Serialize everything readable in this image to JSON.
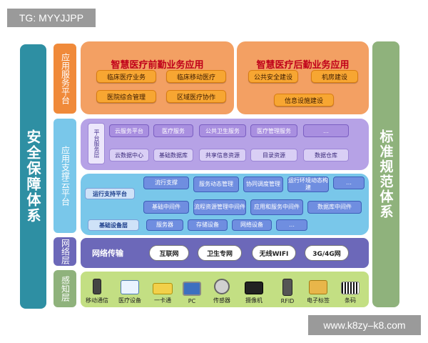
{
  "watermark_tl": "TG: MYYJJPP",
  "watermark_br": "www.k8zy–k8.com",
  "left_bar": "安全保障体系",
  "right_bar": "标准规范体系",
  "layers": {
    "app": "应用服务平台",
    "support": "应用支撑云平台",
    "network": "网络层",
    "sense": "感知层"
  },
  "front": {
    "title": "智慧医疗前勤业务应用",
    "items": [
      "临床医疗业务",
      "临床移动医疗",
      "医院综合管理",
      "区域医疗协作"
    ]
  },
  "back": {
    "title": "智慧医疗后勤业务应用",
    "items": [
      "公共安全建设",
      "机房建设",
      "信息设施建设"
    ]
  },
  "platform": {
    "label": "平台服务层",
    "row1": [
      "云服务平台",
      "医疗服务",
      "公共卫生服务",
      "医疗管理服务",
      "…"
    ],
    "row2": [
      "云数据中心",
      "基础数据库",
      "共享信息资源",
      "目录资源",
      "数据仓库"
    ]
  },
  "ops": {
    "label": "运行支持平台",
    "row1": [
      "流行支撑",
      "服务动态管理",
      "协同调度管理",
      "运行环境动态构建",
      "…"
    ],
    "row2": [
      "基础中间件",
      "流程资源管理中间件",
      "应用和服务中间件",
      "数据库中间件"
    ]
  },
  "infra": {
    "label": "基础设备层",
    "items": [
      "服务器",
      "存储设备",
      "网络设备",
      "…"
    ]
  },
  "network": {
    "label": "网络传输",
    "items": [
      "互联网",
      "卫生专网",
      "无线WIFI",
      "3G/4G网"
    ]
  },
  "devices": [
    {
      "label": "移动通信",
      "icon": "mobile-icon"
    },
    {
      "label": "医疗设备",
      "icon": "medical-device-icon"
    },
    {
      "label": "一卡通",
      "icon": "card-icon"
    },
    {
      "label": "PC",
      "icon": "pc-icon"
    },
    {
      "label": "传感器",
      "icon": "sensor-icon"
    },
    {
      "label": "摄像机",
      "icon": "camera-icon"
    },
    {
      "label": "RFID",
      "icon": "rfid-icon"
    },
    {
      "label": "电子标签",
      "icon": "tag-icon"
    },
    {
      "label": "条码",
      "icon": "barcode-icon"
    }
  ],
  "colors": {
    "teal": "#2e8fa3",
    "green": "#8fb27c",
    "orange": "#f3a063",
    "purple": "#b6a2e6",
    "blue": "#79c7ea",
    "navy": "#6c68b9",
    "lime": "#c3df83"
  }
}
